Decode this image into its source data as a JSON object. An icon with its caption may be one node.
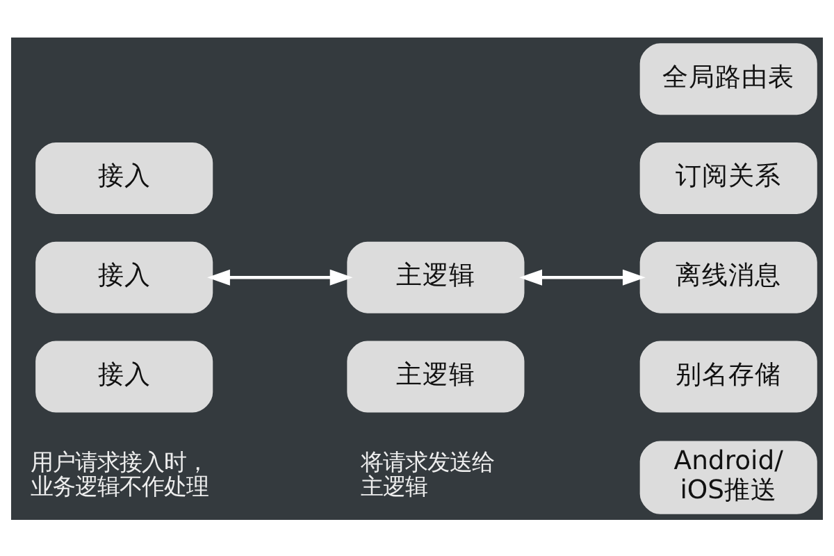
{
  "diagram": {
    "nodes": [
      {
        "text": [
          "接入"
        ]
      },
      {
        "text": [
          "接入"
        ]
      },
      {
        "text": [
          "接入"
        ]
      },
      {
        "text": [
          "主逻辑"
        ]
      },
      {
        "text": [
          "主逻辑"
        ]
      },
      {
        "text": [
          "全局路由表"
        ]
      },
      {
        "text": [
          "订阅关系"
        ]
      },
      {
        "text": [
          "离线消息"
        ]
      },
      {
        "text": [
          "别名存储"
        ]
      },
      {
        "text": [
          "Android/ iOS推送"
        ]
      }
    ],
    "edges": [
      {
        "from": 1,
        "to": 3,
        "arrow": "both"
      },
      {
        "from": 3,
        "to": 7,
        "arrow": "both"
      }
    ],
    "labels": [
      "用户请求接入时，业务逻辑不作处理",
      "将请求发送给主逻辑"
    ]
  }
}
